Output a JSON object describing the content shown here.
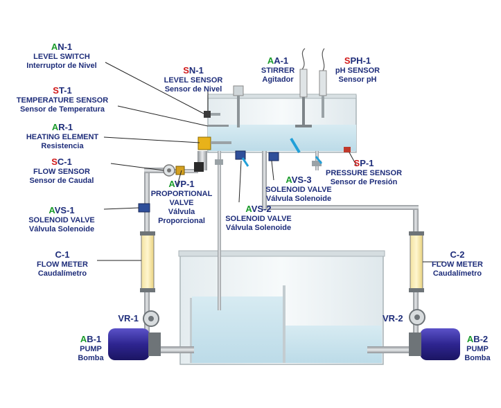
{
  "colors": {
    "label_text": "#1e2d7a",
    "prefix_a": "#1a9a2a",
    "prefix_s": "#d01818",
    "tank_water": "#cfe6ef",
    "pump_blue": "#3a2fa0",
    "pipe_grey": "#b8bcc0"
  },
  "labels": {
    "an1": {
      "pre": "A",
      "code": "N-1",
      "l1": "LEVEL SWITCH",
      "l2": "Interruptor de Nivel"
    },
    "sn1": {
      "pre": "S",
      "code": "N-1",
      "l1": "LEVEL SENSOR",
      "l2": "Sensor de Nivel"
    },
    "aa1": {
      "pre": "A",
      "code": "A-1",
      "l1": "STIRRER",
      "l2": "Agitador"
    },
    "sph1": {
      "pre": "S",
      "code": "PH-1",
      "l1": "pH SENSOR",
      "l2": "Sensor pH"
    },
    "st1": {
      "pre": "S",
      "code": "T-1",
      "l1": "TEMPERATURE SENSOR",
      "l2": "Sensor de Temperatura"
    },
    "ar1": {
      "pre": "A",
      "code": "R-1",
      "l1": "HEATING ELEMENT",
      "l2": "Resistencia"
    },
    "sc1": {
      "pre": "S",
      "code": "C-1",
      "l1": "FLOW SENSOR",
      "l2": "Sensor de Caudal"
    },
    "avp1": {
      "pre": "A",
      "code": "VP-1",
      "l1": "PROPORTIONAL",
      "l2": "VALVE",
      "l3": "Válvula",
      "l4": "Proporcional"
    },
    "avs1": {
      "pre": "A",
      "code": "VS-1",
      "l1": "SOLENOID VALVE",
      "l2": "Válvula Solenoide"
    },
    "avs2": {
      "pre": "A",
      "code": "VS-2",
      "l1": "SOLENOID VALVE",
      "l2": "Válvula Solenoide"
    },
    "avs3": {
      "pre": "A",
      "code": "VS-3",
      "l1": "SOLENOID VALVE",
      "l2": "Válvula Solenoide"
    },
    "sp1": {
      "pre": "S",
      "code": "P-1",
      "l1": "PRESSURE SENSOR",
      "l2": "Sensor de Presión"
    },
    "c1": {
      "code": "C-1",
      "l1": "FLOW METER",
      "l2": "Caudalímetro"
    },
    "c2": {
      "code": "C-2",
      "l1": "FLOW METER",
      "l2": "Caudalímetro"
    },
    "vr1": {
      "code": "VR-1"
    },
    "vr2": {
      "code": "VR-2"
    },
    "ab1": {
      "pre": "A",
      "code": "B-1",
      "l1": "PUMP",
      "l2": "Bomba"
    },
    "ab2": {
      "pre": "A",
      "code": "B-2",
      "l1": "PUMP",
      "l2": "Bomba"
    }
  }
}
